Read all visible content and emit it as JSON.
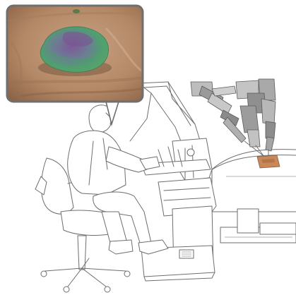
{
  "colors": {
    "line": "#6e6e6e",
    "inset_frame": "#6f6f6f",
    "tissue": "#b98f70",
    "specimen_green": "#55a06c",
    "specimen_purple": "#7a4f92",
    "arm_light": "#bdbdbd",
    "arm_dark": "#7f7f7f",
    "pad": "#c9885a"
  },
  "icons": {
    "inset": "endoscope-camera-view",
    "surgeon": "seated-surgeon-figure",
    "console": "surgeon-console",
    "robot": "patient-side-robot-arms"
  }
}
